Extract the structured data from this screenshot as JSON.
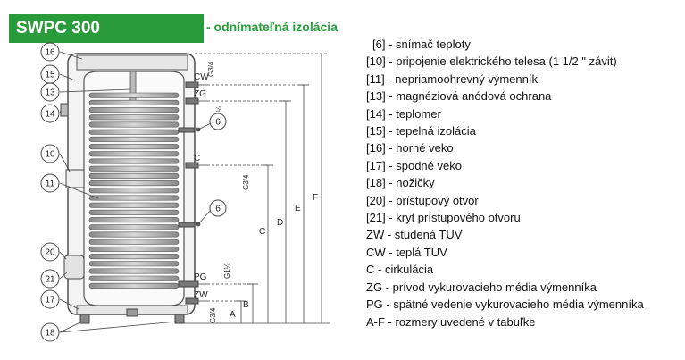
{
  "header": {
    "model": "SWPC 300",
    "subtitle": "- odnímateľná izolácia",
    "brand_color": "#2a9b3b"
  },
  "callouts": {
    "c16": "16",
    "c15": "15",
    "c13": "13",
    "c14": "14",
    "c10": "10",
    "c11": "11",
    "c20": "20",
    "c21": "21",
    "c17": "17",
    "c18": "18",
    "c6a": "6",
    "c6b": "6"
  },
  "connections": {
    "cw": "CW",
    "cw_thread": "G3/4",
    "zg": "ZG",
    "zg_thread": "G1¼",
    "c": "C",
    "c_thread": "G3/4",
    "pg": "PG",
    "pg_thread": "G1¼",
    "zw": "ZW",
    "zw_thread": "G3/4"
  },
  "dimensions": {
    "a": "A",
    "b": "B",
    "c": "C",
    "d": "D",
    "e": "E",
    "f": "F"
  },
  "legend": [
    {
      "text": "[6] - snímač teploty",
      "indent": true
    },
    {
      "text": "[10] - pripojenie elektrického telesa (1 1/2 \" závit)",
      "indent": false
    },
    {
      "text": "[11] - nepriamoohrevný výmenník",
      "indent": false
    },
    {
      "text": "[13] - magnéziová anódová ochrana",
      "indent": false
    },
    {
      "text": "[14] - teplomer",
      "indent": false
    },
    {
      "text": "[15] - tepelná izolácia",
      "indent": false
    },
    {
      "text": "[16] - horné veko",
      "indent": false
    },
    {
      "text": "[17] - spodné veko",
      "indent": false
    },
    {
      "text": "[18] - nožičky",
      "indent": false
    },
    {
      "text": "[20] - prístupový otvor",
      "indent": false
    },
    {
      "text": "[21] - kryt prístupového otvoru",
      "indent": false
    },
    {
      "text": "ZW - studená TUV",
      "indent": false
    },
    {
      "text": "CW - teplá TUV",
      "indent": false
    },
    {
      "text": "C - cirkulácia",
      "indent": false
    },
    {
      "text": "ZG - prívod vykurovacieho média výmenníka",
      "indent": false
    },
    {
      "text": "PG - spätné vedenie vykurovacieho média výmenníka",
      "indent": false
    },
    {
      "text": "A-F - rozmery uvedené v tabuľke",
      "indent": false
    }
  ]
}
